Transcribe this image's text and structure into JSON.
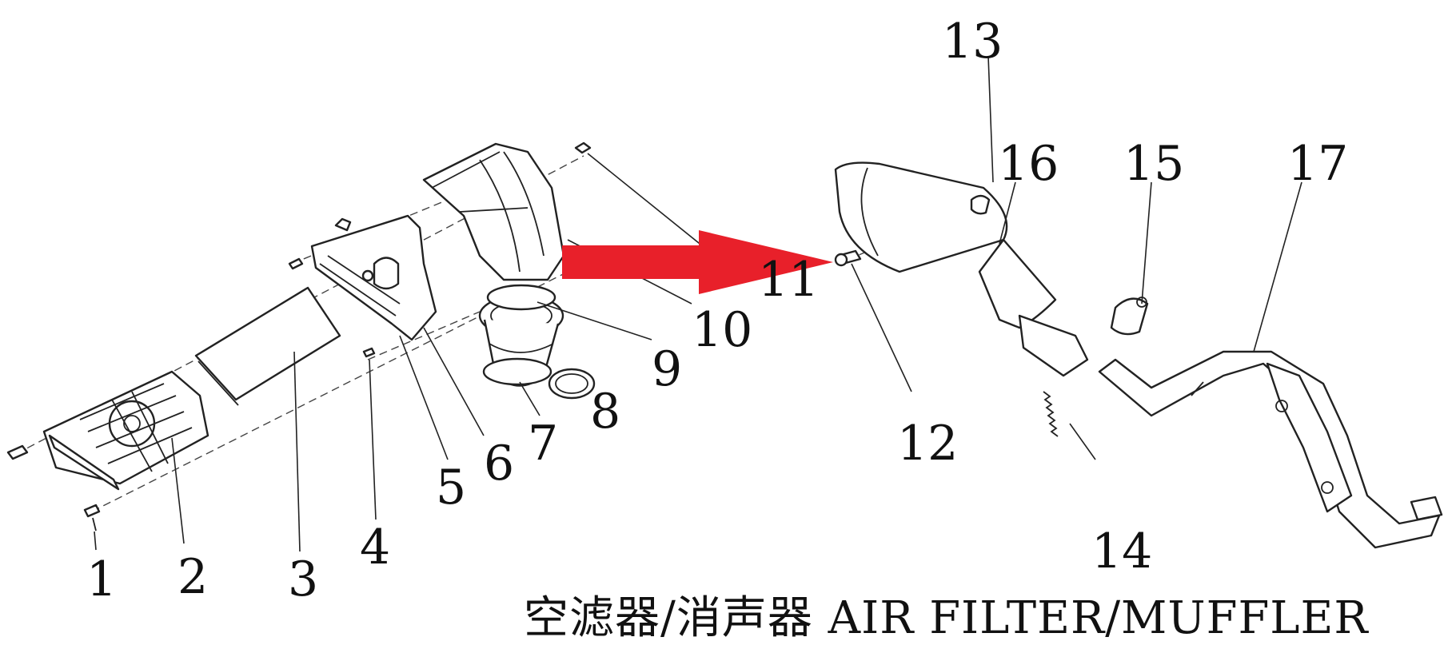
{
  "title": "空滤器/消声器 AIR FILTER/MUFFLER",
  "callouts": [
    "1",
    "2",
    "3",
    "4",
    "5",
    "6",
    "7",
    "8",
    "9",
    "10",
    "11",
    "12",
    "13",
    "14",
    "15",
    "16",
    "17"
  ],
  "colors": {
    "arrow": "#e8202a",
    "line": "#222222"
  },
  "icons": {
    "pointer": "red-arrow-icon"
  }
}
